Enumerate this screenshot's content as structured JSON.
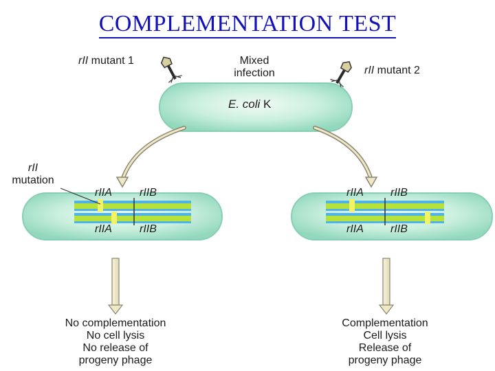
{
  "title": "COMPLEMENTATION TEST",
  "labels": {
    "mutant1_italic": "rII",
    "mutant1_rest": " mutant 1",
    "mutant2_italic": "rII",
    "mutant2_rest": " mutant 2",
    "mixed_line1": "Mixed",
    "mixed_line2": "infection",
    "host_italic": "E. coli",
    "host_rest": " K",
    "mutation_line1": "rII",
    "mutation_line2": "mutation"
  },
  "left_cell": {
    "gene_a_top": "rIIA",
    "gene_b_top": "rIIB",
    "gene_a_bottom": "rIIA",
    "gene_b_bottom": "rIIB"
  },
  "right_cell": {
    "gene_a_top": "rIIA",
    "gene_b_top": "rIIB",
    "gene_a_bottom": "rIIA",
    "gene_b_bottom": "rIIB"
  },
  "outcome_left": [
    "No complementation",
    "No cell lysis",
    "No release of",
    "progeny phage"
  ],
  "outcome_right": [
    "Complementation",
    "Cell lysis",
    "Release of",
    "progeny phage"
  ],
  "colors": {
    "title": "#1212b8",
    "cell_fill": "#a9e3cf",
    "cell_edge": "#7fcfb2",
    "chromosome_green": "#b6e23a",
    "chromosome_blue": "#4fb3e8",
    "mutation_mark": "#f3f36a",
    "arrow_fill": "#efe8c6",
    "arrow_stroke": "#8a8572"
  }
}
